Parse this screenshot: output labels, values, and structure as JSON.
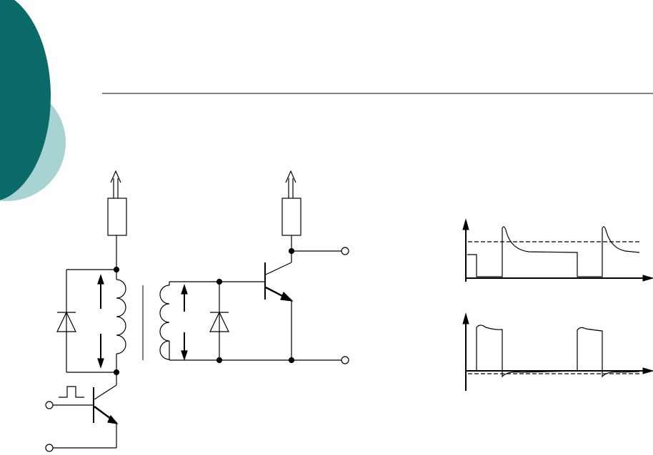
{
  "slide": {
    "title": "",
    "accent_colors": {
      "dark_teal": "#0a6b68",
      "light_teal": "#a7d3d2"
    },
    "rule_color": "#000000"
  },
  "circuit": {
    "components": [
      "supply-arrow",
      "resistor",
      "diode",
      "transformer-primary",
      "transformer-secondary",
      "npn-transistor",
      "terminal"
    ]
  },
  "waveforms": {
    "count": 2
  }
}
